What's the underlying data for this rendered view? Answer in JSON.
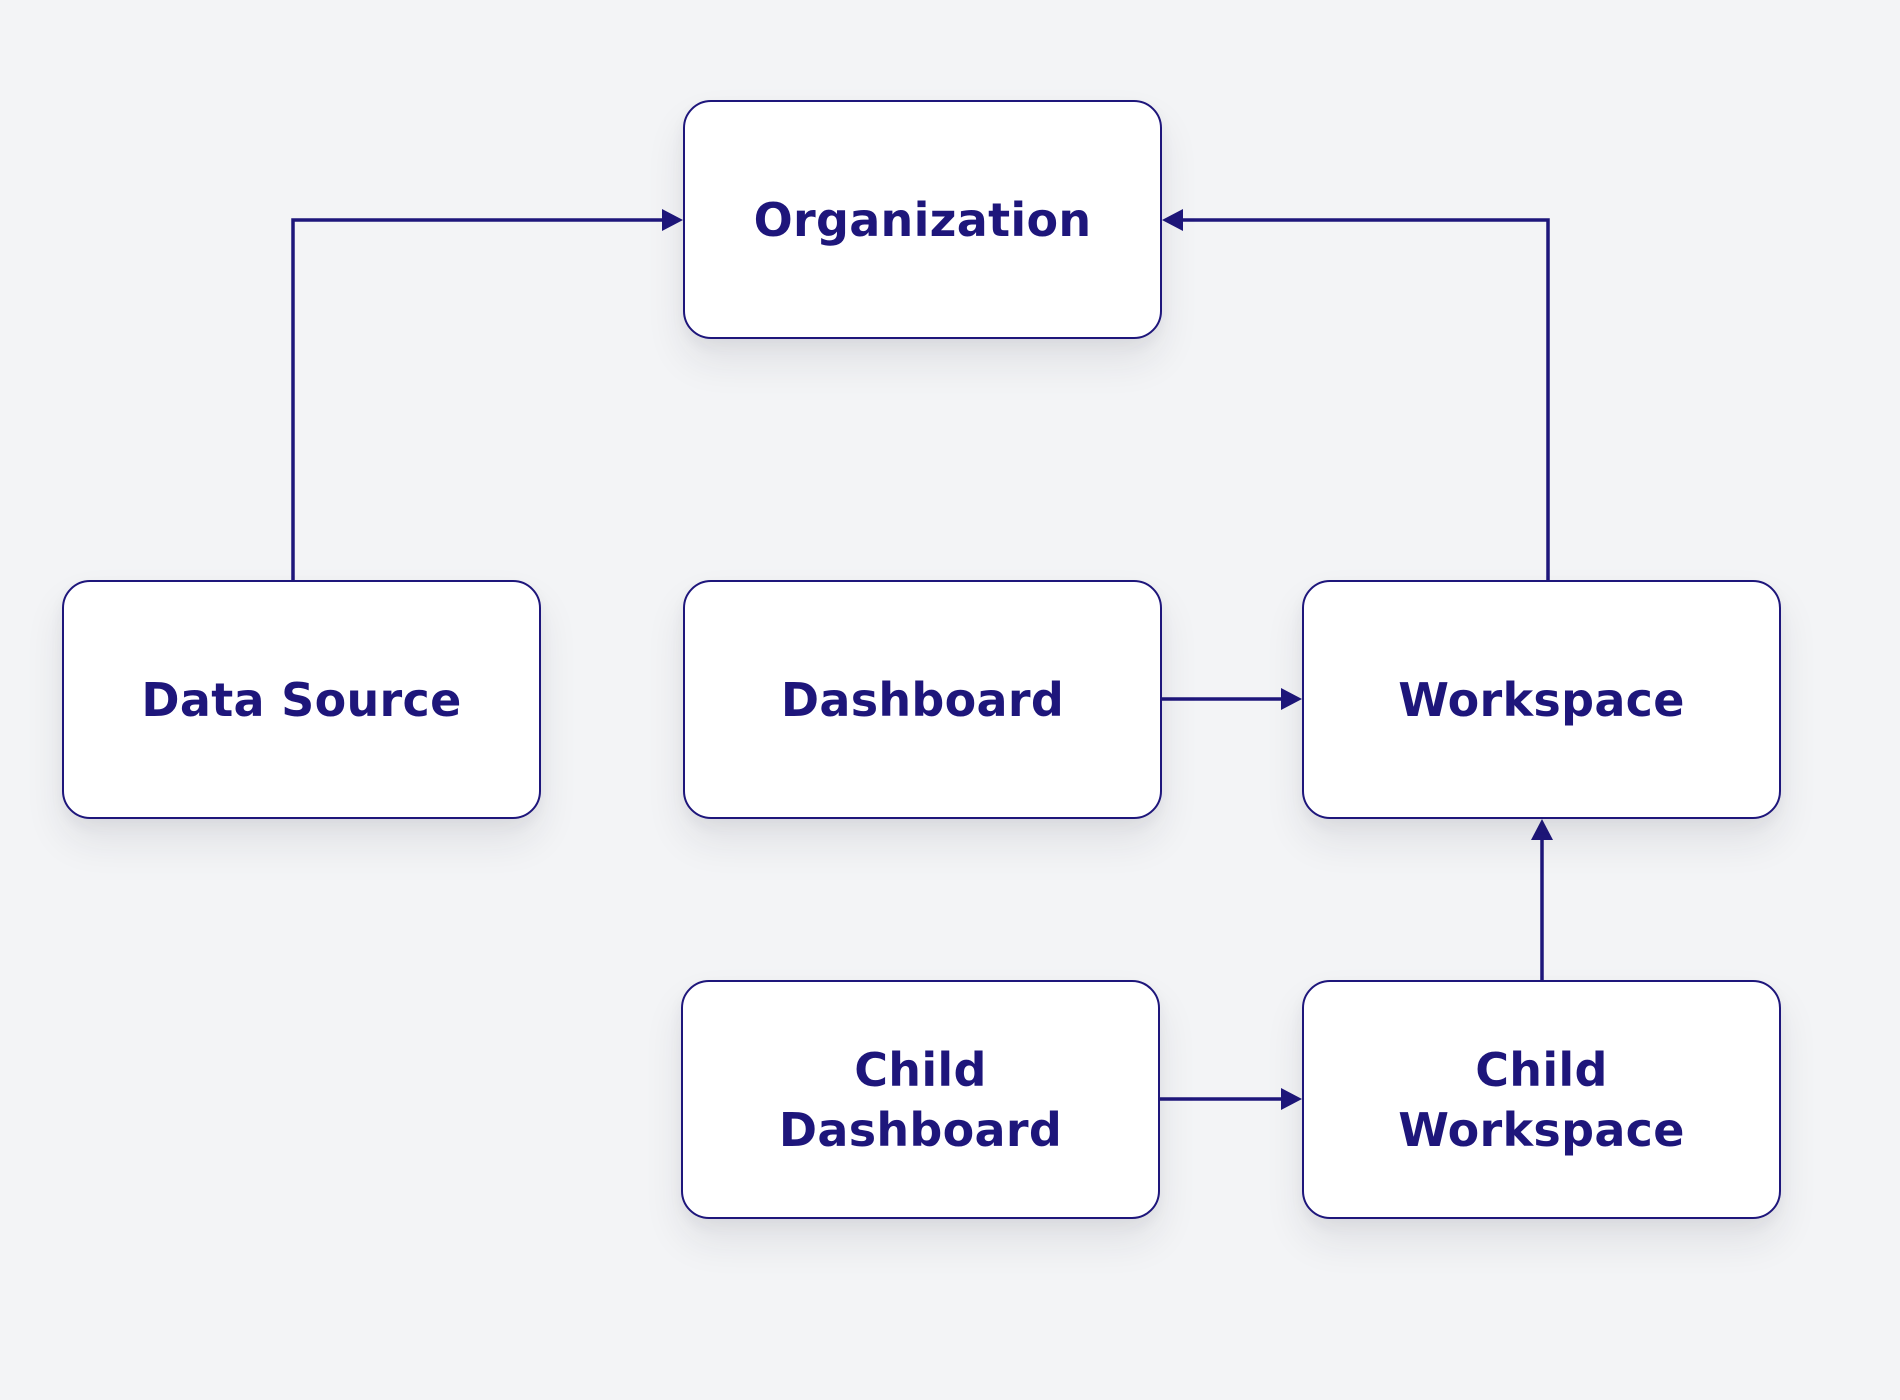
{
  "diagram": {
    "line_color": "#1e167b",
    "node_border_color": "#1e167b",
    "node_fill": "#ffffff",
    "background": "#f3f4f6",
    "nodes": {
      "organization": {
        "label": "Organization"
      },
      "data_source": {
        "label": "Data Source"
      },
      "dashboard": {
        "label": "Dashboard"
      },
      "workspace": {
        "label": "Workspace"
      },
      "child_dashboard": {
        "label": "Child Dashboard"
      },
      "child_workspace": {
        "label": "Child Workspace"
      }
    },
    "edges": [
      {
        "from": "Data Source",
        "to": "Organization"
      },
      {
        "from": "Workspace",
        "to": "Organization"
      },
      {
        "from": "Dashboard",
        "to": "Workspace"
      },
      {
        "from": "Child Workspace",
        "to": "Workspace"
      },
      {
        "from": "Child Dashboard",
        "to": "Child Workspace"
      }
    ]
  }
}
